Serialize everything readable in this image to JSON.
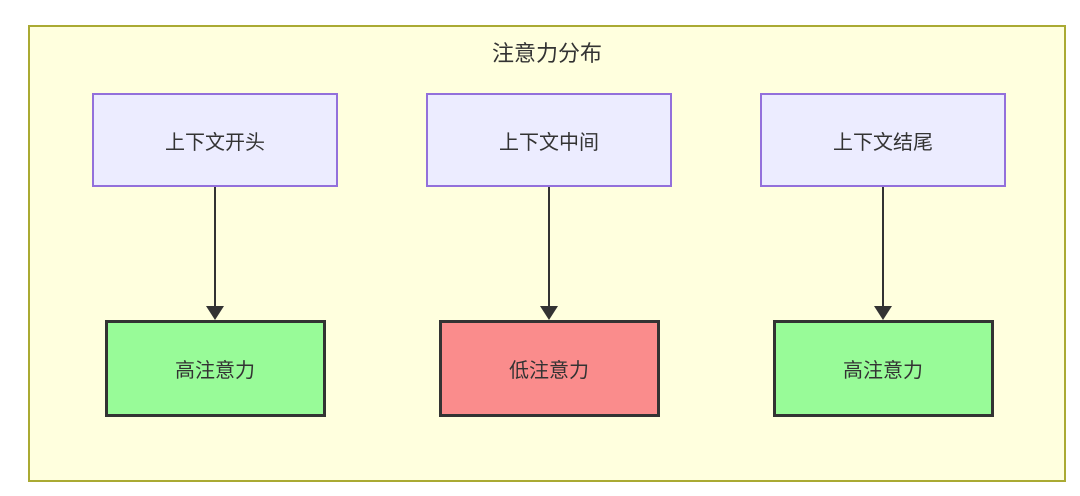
{
  "diagram": {
    "title": "注意力分布",
    "columns": [
      {
        "source_label": "上下文开头",
        "result_label": "高注意力",
        "attention_level": "high"
      },
      {
        "source_label": "上下文中间",
        "result_label": "低注意力",
        "attention_level": "low"
      },
      {
        "source_label": "上下文结尾",
        "result_label": "高注意力",
        "attention_level": "high"
      }
    ],
    "colors": {
      "container_fill": "#FFFFDE",
      "container_border": "#AAAA33",
      "source_fill": "#ECECFF",
      "source_border": "#9370DB",
      "result_high_fill": "#98FB98",
      "result_low_fill": "#FA8C8C",
      "result_border": "#333333",
      "arrow": "#333333",
      "text": "#333333",
      "page_background": "#FFFFFF"
    }
  }
}
